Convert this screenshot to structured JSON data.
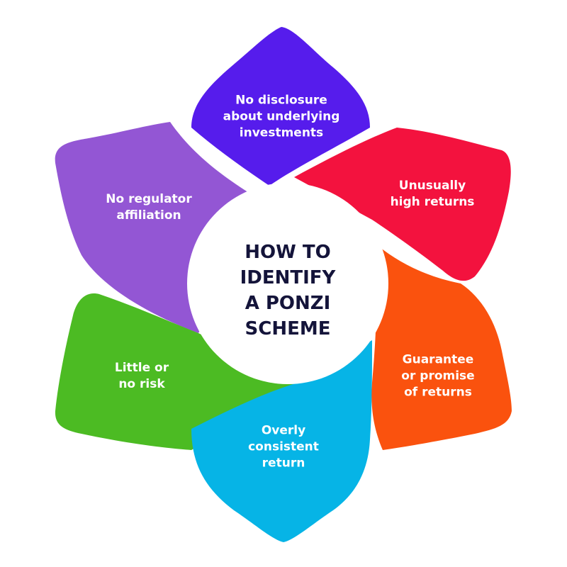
{
  "center": {
    "title": "HOW TO\nIDENTIFY\nA PONZI\nSCHEME"
  },
  "petals": [
    {
      "label": "No disclosure\nabout underlying\ninvestments",
      "color": "#561cec"
    },
    {
      "label": "Unusually\nhigh returns",
      "color": "#f3123e"
    },
    {
      "label": "Guarantee\nor promise\nof returns",
      "color": "#fa520e"
    },
    {
      "label": "Overly\nconsistent\nreturn",
      "color": "#06b4e6"
    },
    {
      "label": "Little or\nno risk",
      "color": "#4cbb23"
    },
    {
      "label": "No regulator\naffiliation",
      "color": "#9356d4"
    }
  ]
}
